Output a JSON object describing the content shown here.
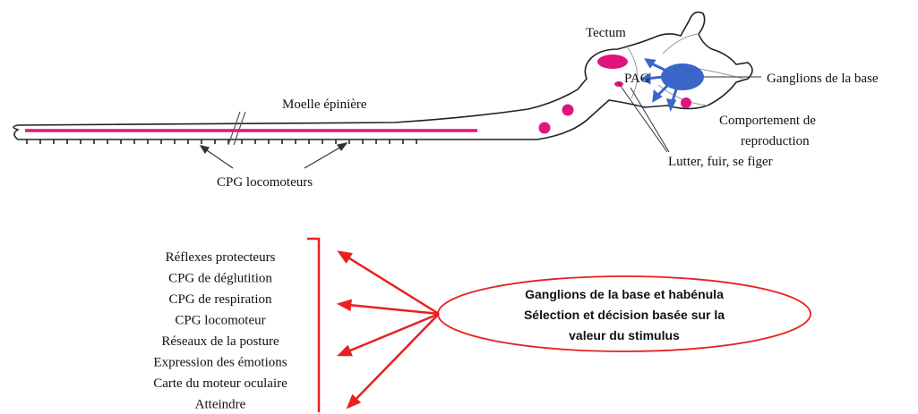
{
  "brain_labels": {
    "tectum": "Tectum",
    "pag": "PAG",
    "basal_ganglia": "Ganglions  de la base",
    "spinal_cord": "Moelle épinière",
    "reproduction_line1": "Comportement de",
    "reproduction_line2": "reproduction",
    "fight_flight": "Lutter, fuir, se figer",
    "locomotor_cpg": "CPG locomoteurs"
  },
  "function_list": [
    "Réflexes protecteurs",
    "CPG de déglutition",
    "CPG de respiration",
    "CPG locomoteur",
    "Réseaux de la posture",
    "Expression des émotions",
    "Carte du moteur oculaire",
    "Atteindre"
  ],
  "selection_box": {
    "line1": "Ganglions de la base et habénula",
    "line2": "Sélection et décision basée sur la",
    "line3": "valeur du stimulus"
  },
  "colors": {
    "magenta": "#e0157c",
    "blue": "#3a66c8",
    "red": "#e82020",
    "outline": "#222222"
  }
}
